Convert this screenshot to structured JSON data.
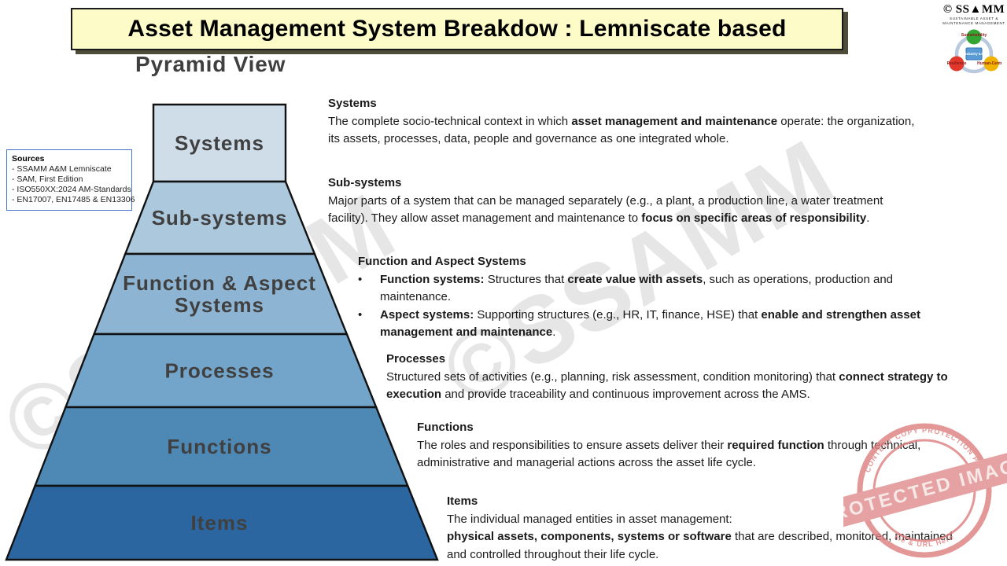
{
  "slide": {
    "title": "Asset Management System Breakdow : Lemniscate based",
    "subtitle": "Pyramid View"
  },
  "logo": {
    "brand": "© SS▲MM",
    "tagline_line1": "SUSTAINABLE ASSET &",
    "tagline_line2": "MAINTENANCE MANAGEMENT",
    "diagram": {
      "top_label": "Sustainability",
      "left_label": "Resilience",
      "right_label": "Human-Centric",
      "center_label": "Industry 5.0",
      "top_color": "#33a532",
      "left_color": "#e2382b",
      "right_color": "#f0b400",
      "center_color": "#5b9bd5",
      "ring_color": "#b9cade",
      "label_color": "#8b1a1a"
    }
  },
  "sources": {
    "heading": "Sources",
    "items": [
      "- SSAMM A&M Lemniscate",
      "- SAM, First Edition",
      "- ISO550XX:2024 AM-Standards",
      "- EN17007, EN17485 & EN13306"
    ],
    "border_color": "#4472c4"
  },
  "pyramid": {
    "label_color": "#404040",
    "outline_color": "#111111",
    "levels": [
      {
        "label": "Systems",
        "color": "#cfdde9"
      },
      {
        "label": "Sub-systems",
        "color": "#abc8dd"
      },
      {
        "label": "Function & Aspect\nSystems",
        "color": "#8db4d2"
      },
      {
        "label": "Processes",
        "color": "#73a4ca"
      },
      {
        "label": "Functions",
        "color": "#4e88b5"
      },
      {
        "label": "Items",
        "color": "#2b66a0"
      }
    ]
  },
  "descriptions": [
    {
      "heading": "Systems",
      "body": [
        {
          "t": "The complete socio-technical context in which "
        },
        {
          "b": true,
          "t": "asset management and maintenance"
        },
        {
          "t": " operate: the organization, its assets, processes, data, people and governance as one integrated whole."
        }
      ]
    },
    {
      "heading": "Sub-systems",
      "body": [
        {
          "t": "Major parts of a system that can be managed separately (e.g., a plant, a production line, a water treatment facility). They allow asset management and maintenance to "
        },
        {
          "b": true,
          "t": "focus on specific areas of responsibility"
        },
        {
          "t": "."
        }
      ]
    },
    {
      "heading": "Function and Aspect Systems",
      "bullets": [
        [
          {
            "b": true,
            "t": "Function systems:"
          },
          {
            "t": " Structures that "
          },
          {
            "b": true,
            "t": "create value with assets"
          },
          {
            "t": ", such as operations, production and maintenance."
          }
        ],
        [
          {
            "b": true,
            "t": "Aspect systems:"
          },
          {
            "t": " Supporting structures (e.g., HR, IT, finance, HSE) that "
          },
          {
            "b": true,
            "t": "enable and strengthen asset management and maintenance"
          },
          {
            "t": "."
          }
        ]
      ]
    },
    {
      "heading": "Processes",
      "body": [
        {
          "t": "Structured sets of activities (e.g., planning, risk assessment, condition monitoring) that "
        },
        {
          "b": true,
          "t": "connect strategy to execution"
        },
        {
          "t": " and provide traceability and continuous improvement across the AMS."
        }
      ]
    },
    {
      "heading": "Functions",
      "body": [
        {
          "t": "The roles and responsibilities to ensure assets deliver their "
        },
        {
          "b": true,
          "t": "required function"
        },
        {
          "t": " through technical, administrative and managerial actions across the asset life cycle."
        }
      ]
    },
    {
      "heading": "Items",
      "body": [
        {
          "t": "The individual managed entities in asset management:"
        },
        {
          "br": true
        },
        {
          "b": true,
          "t": "physical assets, components, systems or software"
        },
        {
          "t": " that are described, monitored, maintained and controlled throughout their life cycle."
        }
      ]
    }
  ],
  "watermark": {
    "text": "©SSAMM"
  },
  "stamp": {
    "band_text": "PROTECTED IMAGE",
    "arc_top_text": "WP CONTENT COPY PROTECTION PLUGIN",
    "arc_bottom_text": "me & URL Here",
    "color": "#dd8181",
    "band_color": "#e18e8e",
    "band_text_color": "#f6e3e3"
  }
}
